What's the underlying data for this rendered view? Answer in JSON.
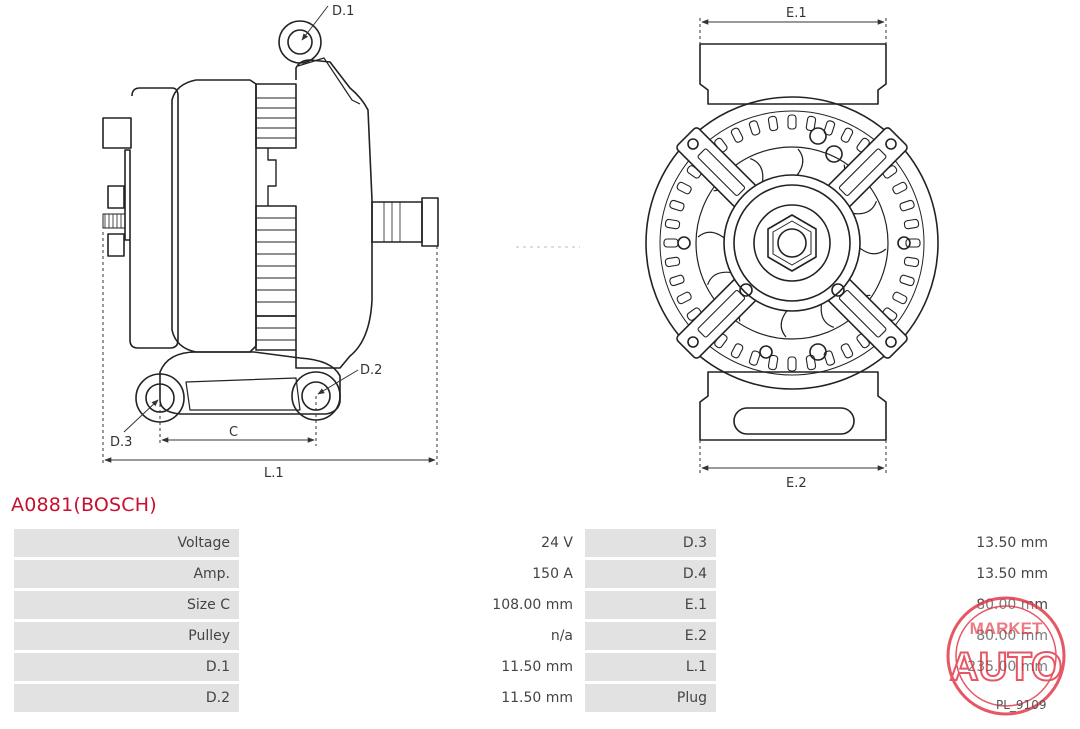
{
  "part": {
    "title": "A0881(BOSCH)"
  },
  "drawing_labels": {
    "d1": "D.1",
    "d2": "D.2",
    "d3": "D.3",
    "c": "C",
    "l1": "L.1",
    "e1": "E.1",
    "e2": "E.2"
  },
  "specs": {
    "rows": [
      {
        "label_left": "Voltage",
        "value_left": "24 V",
        "label_right": "D.3",
        "value_right": "13.50 mm"
      },
      {
        "label_left": "Amp.",
        "value_left": "150 A",
        "label_right": "D.4",
        "value_right": "13.50 mm"
      },
      {
        "label_left": "Size C",
        "value_left": "108.00 mm",
        "label_right": "E.1",
        "value_right": "80.00 mm"
      },
      {
        "label_left": "Pulley",
        "value_left": "n/a",
        "label_right": "E.2",
        "value_right": "80.00 mm"
      },
      {
        "label_left": "D.1",
        "value_left": "11.50 mm",
        "label_right": "L.1",
        "value_right": "235.00 mm"
      },
      {
        "label_left": "D.2",
        "value_left": "11.50 mm",
        "label_right": "Plug",
        "value_right": ""
      }
    ]
  },
  "watermark": {
    "top_text": "MARKET",
    "main_text": "AUTO",
    "color": "#e23a4a"
  },
  "reference_code": "PL_9109",
  "icons": {
    "stamp": "market-auto-logo-icon"
  }
}
